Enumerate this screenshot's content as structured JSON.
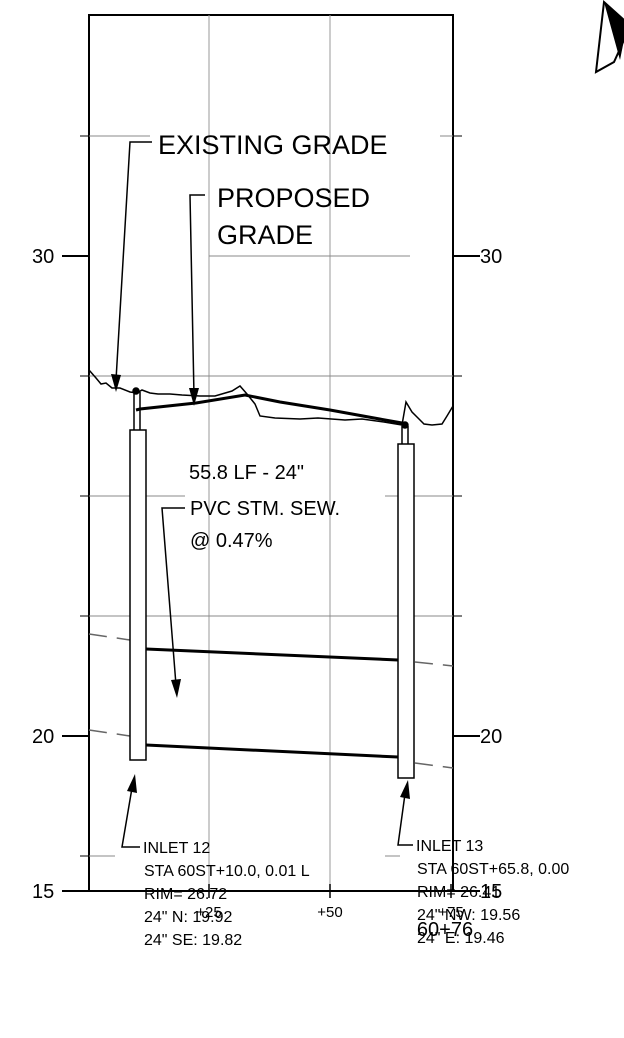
{
  "annotations": {
    "existing_grade": "EXISTING GRADE",
    "proposed_grade_line1": "PROPOSED",
    "proposed_grade_line2": "GRADE",
    "pipe_line1": "55.8 LF - 24\"",
    "pipe_line2": "PVC STM. SEW.",
    "pipe_line3": "@ 0.47%"
  },
  "inlets": [
    {
      "name": "INLET 12",
      "sta": "STA 60ST+10.0, 0.01 L",
      "rim": "RIM= 26.72",
      "inv1": "24\" N: 19.92",
      "inv2": "24\" SE: 19.82"
    },
    {
      "name": "INLET 13",
      "sta": "STA 60ST+65.8, 0.00",
      "rim": "RIM= 26.41",
      "inv1": "24\" NW: 19.56",
      "inv2": "24\" E: 19.46"
    }
  ],
  "axes": {
    "elev_left": [
      "30",
      "20",
      "15"
    ],
    "elev_right": [
      "30",
      "20",
      "15"
    ],
    "station_ticks": [
      "+25",
      "+50",
      "+75"
    ],
    "station_end": "60+76"
  }
}
